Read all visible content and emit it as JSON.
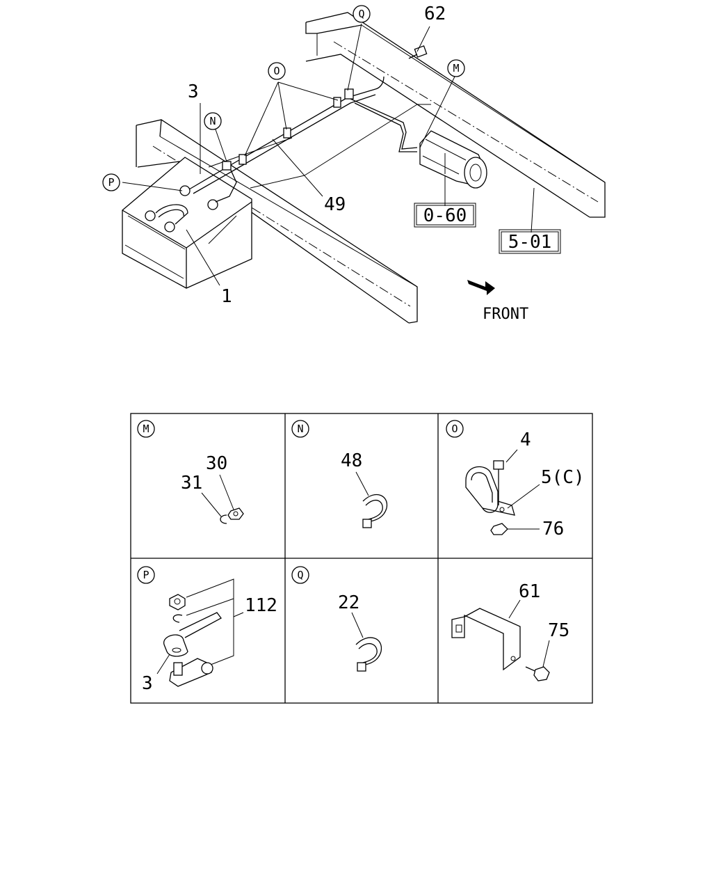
{
  "main_diagram": {
    "part_labels": {
      "p1": "1",
      "p3": "3",
      "p49": "49",
      "p62": "62"
    },
    "callouts": {
      "M": "M",
      "N": "N",
      "O": "O",
      "P": "P",
      "Q": "Q"
    },
    "ref_boxes": {
      "starter": "0-60",
      "frame": "5-01"
    },
    "direction_label": "FRONT"
  },
  "detail_grid": {
    "cells": [
      {
        "callout": "M",
        "labels": [
          "30",
          "31"
        ]
      },
      {
        "callout": "N",
        "labels": [
          "48"
        ]
      },
      {
        "callout": "O",
        "labels": [
          "4",
          "5(C)",
          "76"
        ]
      },
      {
        "callout": "P",
        "labels": [
          "112",
          "3"
        ]
      },
      {
        "callout": "Q",
        "labels": [
          "22"
        ]
      },
      {
        "callout": "",
        "labels": [
          "61",
          "75"
        ]
      }
    ]
  }
}
